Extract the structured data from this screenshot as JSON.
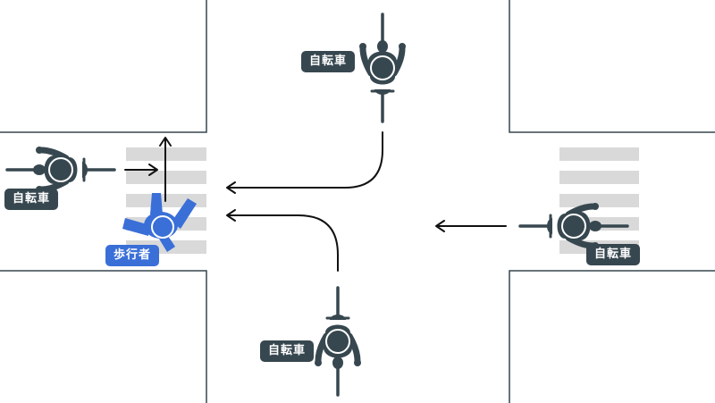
{
  "colors": {
    "background": "#ffffff",
    "road_edge": "#37474f",
    "crosswalk": "#d9d9d9",
    "bicycle": "#37474f",
    "pedestrian": "#3a6fd8",
    "label_dark": "#37474f",
    "label_blue": "#3a6fd8",
    "label_text": "#ffffff",
    "arrow": "#111111"
  },
  "labels": {
    "bicycle_north": "自転車",
    "bicycle_west": "自転車",
    "bicycle_east": "自転車",
    "bicycle_south": "自転車",
    "pedestrian": "歩行者"
  },
  "icons": {
    "bicycle": "bicycle-rider-icon",
    "pedestrian": "pedestrian-icon"
  }
}
